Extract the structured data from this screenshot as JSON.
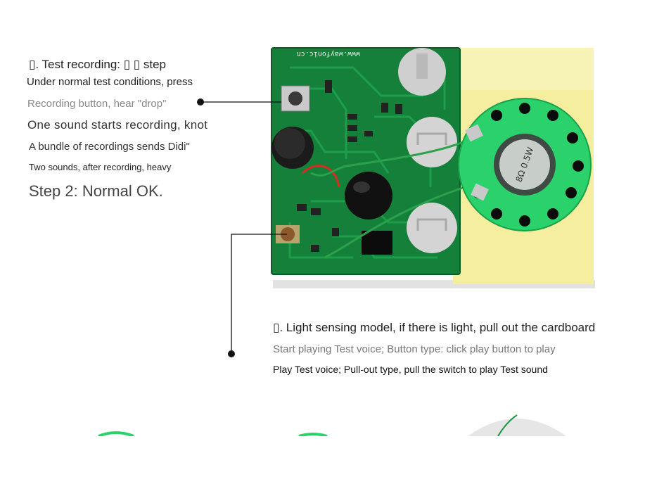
{
  "left_text": {
    "line1": "▯. Test recording: ▯ ▯ step",
    "line2": "Under normal test conditions, press",
    "line3": "Recording button, hear \"drop\"",
    "line4": "One sound starts recording, knot",
    "line5": "A bundle of recordings sends Didi\"",
    "line6": "Two sounds, after recording, heavy",
    "line7": "Step 2: Normal OK."
  },
  "right_text": {
    "line1": "▯. Light sensing model, if there is light, pull out the cardboard",
    "line2": "Start playing Test voice; Button type: click play button to play",
    "line3": "Play Test voice; Pull-out type, pull the switch to play Test sound"
  },
  "board": {
    "url_silk": "www.wayfonic.cn",
    "speaker_label": "8Ω 0.5W",
    "colors": {
      "pcb": "#14803a",
      "pcb_dark": "#0b5a27",
      "speaker": "#2bd16a",
      "card": "#f4ee9e"
    }
  }
}
